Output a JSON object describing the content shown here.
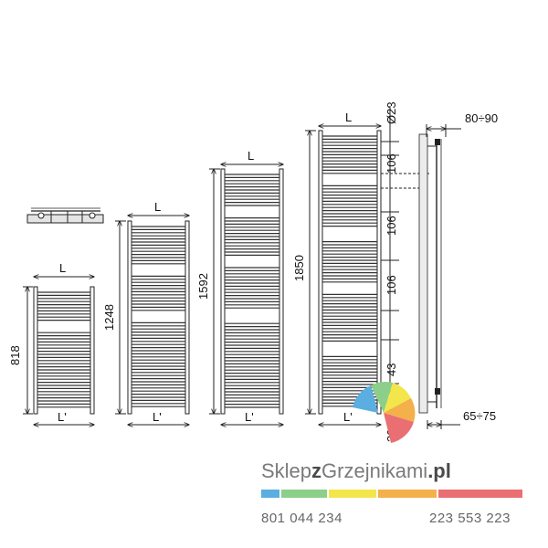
{
  "dimensions": {
    "width_label": "L",
    "width2_label": "L'",
    "h818": "818",
    "h1248": "1248",
    "h1592": "1592",
    "h1850": "1850",
    "pipe": "Ø23",
    "d106a": "106",
    "d106b": "106",
    "d106c": "106",
    "d43": "43",
    "d20": "20",
    "wall": "80÷90",
    "bottom": "65÷75"
  },
  "brand": {
    "part1": "Sklep",
    "part2": "z",
    "part3": "Grzejnikami",
    "part4": ".pl"
  },
  "colors": {
    "bar1": "#5aaee0",
    "bar2": "#8ccf8a",
    "bar3": "#f3e64a",
    "bar4": "#f4b04a",
    "bar5": "#ea6f73"
  },
  "phones": {
    "phone1": "801 044 234",
    "phone2": "223 553 223"
  }
}
